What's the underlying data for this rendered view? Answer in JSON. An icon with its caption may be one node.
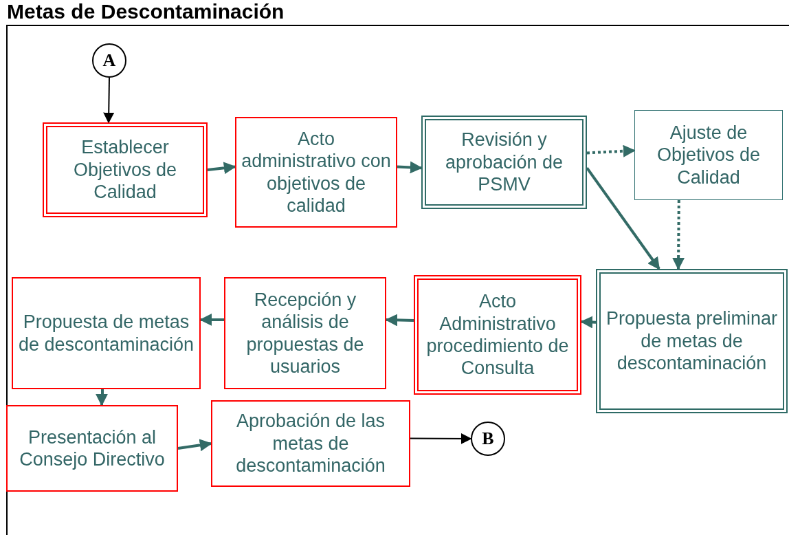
{
  "diagram": {
    "title": "Metas de Descontaminación",
    "nodes": [
      {
        "text": [
          "A"
        ]
      },
      {
        "text": [
          "Establecer Objetivos de Calidad"
        ]
      },
      {
        "text": [
          "Acto administrativo con objetivos de calidad"
        ]
      },
      {
        "text": [
          "Revisión y aprobación de PSMV"
        ]
      },
      {
        "text": [
          "Ajuste de Objetivos de Calidad"
        ]
      },
      {
        "text": [
          "Propuesta preliminar de metas de descontaminación"
        ]
      },
      {
        "text": [
          "Acto Administrativo procedimiento de Consulta"
        ]
      },
      {
        "text": [
          "Recepción y análisis de propuestas de usuarios"
        ]
      },
      {
        "text": [
          "Propuesta de metas de descontaminación"
        ]
      },
      {
        "text": [
          "Presentación al Consejo Directivo"
        ]
      },
      {
        "text": [
          "Aprobación de las metas de descontaminación"
        ]
      },
      {
        "text": [
          "B"
        ]
      }
    ],
    "edges": [
      {
        "from": 0,
        "to": 1,
        "arrow": "to",
        "color": "#000000"
      },
      {
        "from": 1,
        "to": 2,
        "arrow": "to"
      },
      {
        "from": 2,
        "to": 3,
        "arrow": "to"
      },
      {
        "from": 3,
        "to": 4,
        "arrow": "to",
        "style": "dashed"
      },
      {
        "from": 3,
        "to": 5,
        "arrow": "to"
      },
      {
        "from": 4,
        "to": 5,
        "arrow": "to",
        "style": "dashed"
      },
      {
        "from": 5,
        "to": 6,
        "arrow": "to"
      },
      {
        "from": 6,
        "to": 7,
        "arrow": "to"
      },
      {
        "from": 7,
        "to": 8,
        "arrow": "to"
      },
      {
        "from": 8,
        "to": 9,
        "arrow": "to"
      },
      {
        "from": 9,
        "to": 10,
        "arrow": "to"
      },
      {
        "from": 10,
        "to": 11,
        "arrow": "to",
        "color": "#000000"
      }
    ]
  }
}
